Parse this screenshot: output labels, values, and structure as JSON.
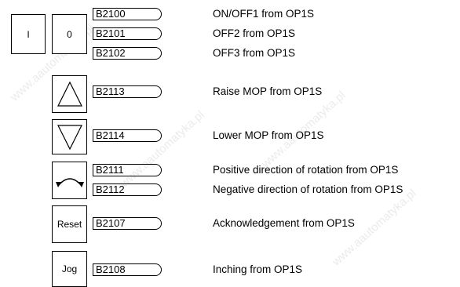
{
  "watermark": "www.aautomatyka.pl",
  "keys": {
    "on": "I",
    "off": "0",
    "raise": "triangle-up-icon",
    "lower": "triangle-down-icon",
    "direction": "rotation-arc-icon",
    "reset": "Reset",
    "jog": "Jog"
  },
  "rows": [
    {
      "binector": "B2100",
      "description": "ON/OFF1 from OP1S"
    },
    {
      "binector": "B2101",
      "description": "OFF2 from OP1S"
    },
    {
      "binector": "B2102",
      "description": "OFF3 from OP1S"
    },
    {
      "binector": "B2113",
      "description": "Raise MOP from OP1S"
    },
    {
      "binector": "B2114",
      "description": "Lower MOP from OP1S"
    },
    {
      "binector": "B2111",
      "description": "Positive direction of rotation from OP1S"
    },
    {
      "binector": "B2112",
      "description": "Negative direction of rotation from OP1S"
    },
    {
      "binector": "B2107",
      "description": "Acknowledgement from OP1S"
    },
    {
      "binector": "B2108",
      "description": "Inching from OP1S"
    }
  ]
}
